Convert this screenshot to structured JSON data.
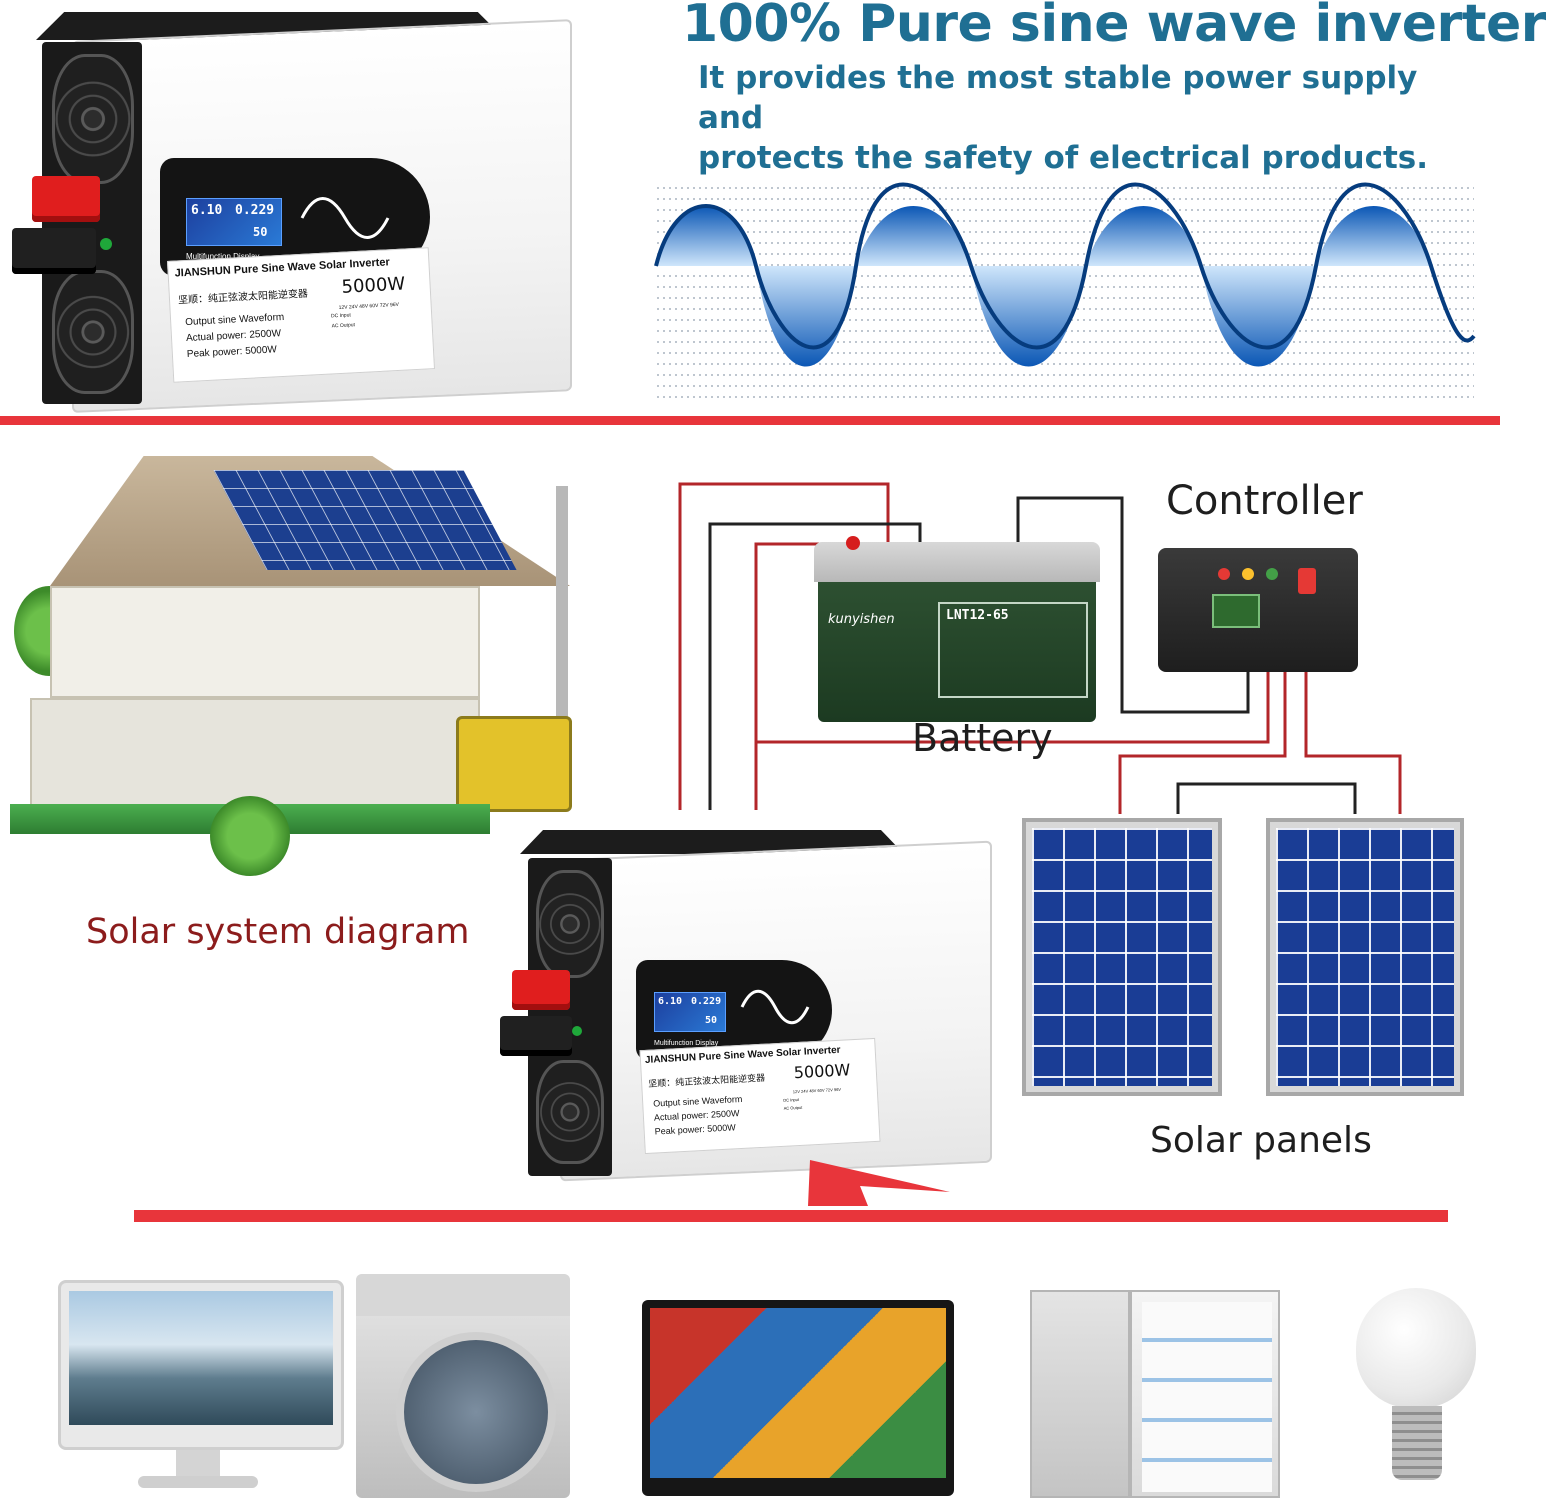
{
  "headline": {
    "title": "100% Pure sine wave inverter",
    "subtitle_line1": "It provides the most stable power supply and",
    "subtitle_line2": "protects the safety of electrical products."
  },
  "inverter": {
    "display_label": "Multifunction Display",
    "lcd_left": "6.10",
    "lcd_right": "0.229",
    "lcd_freq": "50",
    "brand_line": "JIANSHUN Pure Sine Wave Solar Inverter",
    "chinese_line": "坚顺：纯正弦波太阳能逆变器",
    "wattage": "5000W",
    "spec_output": "Output sine Waveform",
    "spec_actual": "Actual power: 2500W",
    "spec_peak": "Peak power: 5000W",
    "dc_input": "DC Input",
    "ac_output": "AC Output",
    "voltage_options": "12V 24V 48V 60V 72V 96V"
  },
  "diagram": {
    "controller_label": "Controller",
    "battery_label": "Battery",
    "solar_panels_label": "Solar panels",
    "solar_system_label": "Solar system diagram",
    "battery_brand": "kunyishen",
    "battery_model": "LNT12-65"
  },
  "colors": {
    "headline_blue": "#1f6f93",
    "divider_red": "#e8353b",
    "label_red": "#8c1c1c",
    "wave_blue": "#1a6fc7"
  },
  "icons": [
    "fan-icon",
    "sine-wave-icon",
    "arrow-icon"
  ]
}
